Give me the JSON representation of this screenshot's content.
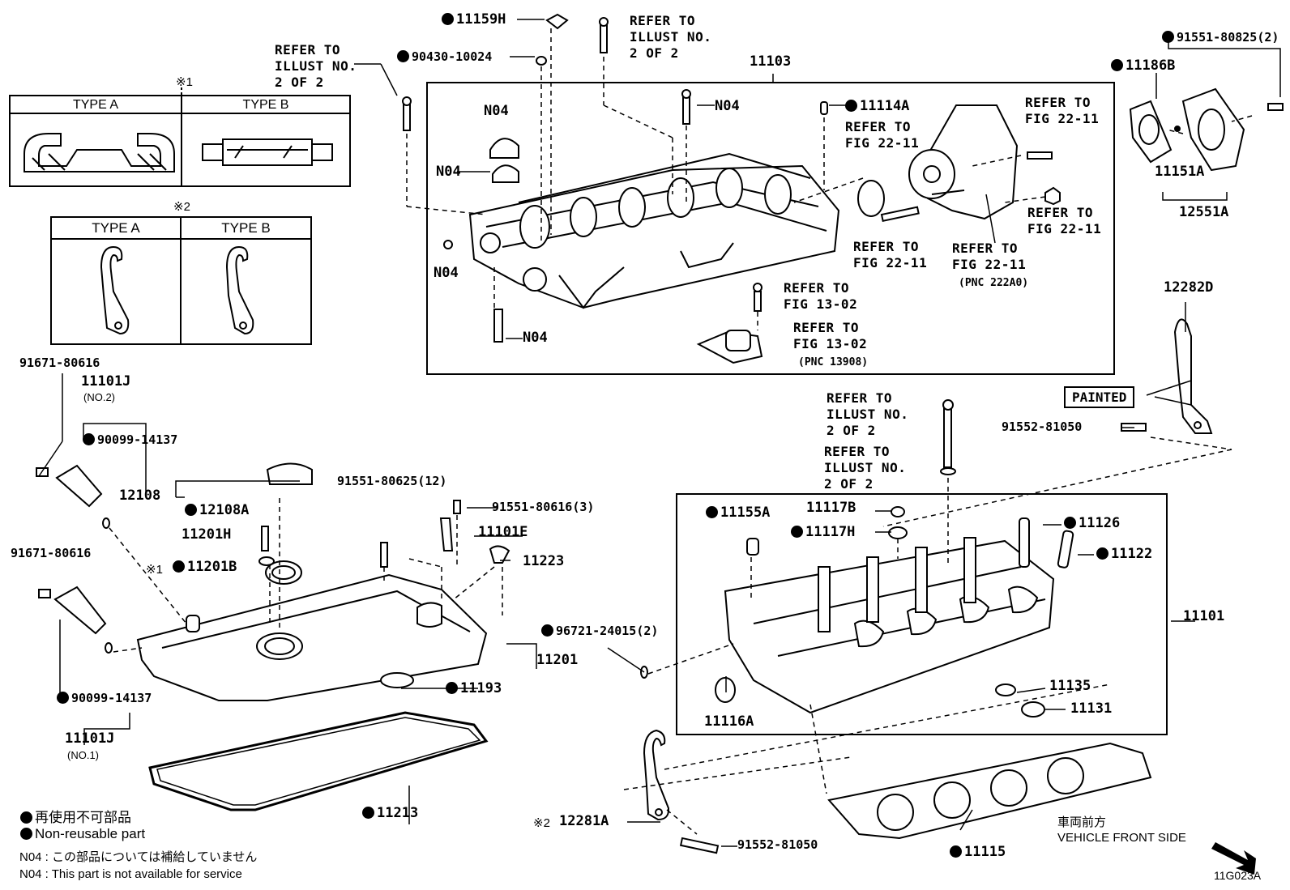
{
  "diagram_code": "11G023A",
  "refer": {
    "illust_top": "REFER TO\nILLUST NO.\n2 OF 2",
    "illust_left": "REFER TO\nILLUST NO.\n2 OF 2",
    "illust_mid1": "REFER TO\nILLUST NO.\n2 OF 2",
    "illust_mid2": "REFER TO\nILLUST NO.\n2 OF 2",
    "fig2211_a": "REFER TO\nFIG 22-11",
    "fig2211_b": "REFER TO\nFIG 22-11",
    "fig2211_c": "REFER TO\nFIG 22-11",
    "fig2211_d": "REFER TO\nFIG 22-11",
    "fig2211_e": "REFER TO\nFIG 22-11",
    "pnc_222a0": "(PNC 222A0)",
    "fig1302_a": "REFER TO\nFIG 13-02",
    "fig1302_b": "REFER TO\nFIG 13-02",
    "pnc_13908": "(PNC 13908)"
  },
  "types": {
    "mark1": "※1",
    "mark2": "※2",
    "type_a": "TYPE A",
    "type_b": "TYPE B"
  },
  "parts": {
    "p11159H": "11159H",
    "p90430": "90430-10024",
    "p11103": "11103",
    "p91551_80825": "91551-80825(2)",
    "p11186B": "11186B",
    "p11151A": "11151A",
    "p12551A": "12551A",
    "p11114A": "11114A",
    "n04_bolt": "N04",
    "n04_cap1": "N04",
    "n04_cap2": "N04",
    "n04_left": "N04",
    "n04_bottom": "N04",
    "p12282D": "12282D",
    "painted": "PAINTED",
    "p91552_top": "91552-81050",
    "p91671_a": "91671-80616",
    "p11101J_2": "11101J",
    "no2": "(NO.2)",
    "p90099_a": "90099-14137",
    "p12108": "12108",
    "p12108A": "12108A",
    "p11201H": "11201H",
    "p11201B": "11201B",
    "mark1_b": "※1",
    "p91551_80625": "91551-80625(12)",
    "p91551_80616": "91551-80616(3)",
    "p11101E": "11101E",
    "p11223": "11223",
    "p91671_b": "91671-80616",
    "p90099_b": "90099-14137",
    "p11101J_1": "11101J",
    "no1": "(NO.1)",
    "p11201": "11201",
    "p11193": "11193",
    "p11213": "11213",
    "p96721": "96721-24015(2)",
    "p11155A": "11155A",
    "p11117B": "11117B",
    "p11117H": "11117H",
    "p11126": "11126",
    "p11122": "11122",
    "p11101": "11101",
    "p11135": "11135",
    "p11131": "11131",
    "p11116A": "11116A",
    "mark2_b": "※2",
    "p12281A": "12281A",
    "p91552_bottom": "91552-81050",
    "p11115": "11115"
  },
  "legend": {
    "jp_nonreuse": "再使用不可部品",
    "en_nonreuse": "Non-reusable part",
    "jp_n04": "N04 : この部品については補給していません",
    "en_n04": "N04 : This part is not available for service"
  },
  "front": {
    "jp": "車両前方",
    "en": "VEHICLE FRONT SIDE"
  }
}
